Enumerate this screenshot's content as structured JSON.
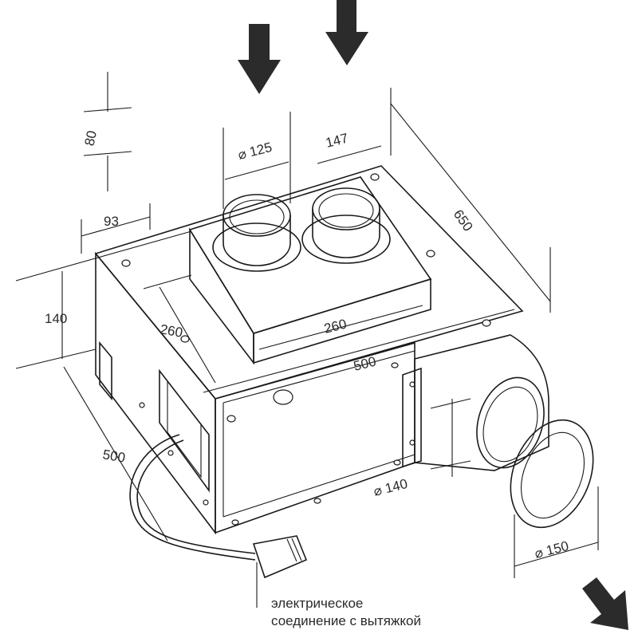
{
  "dimensions": {
    "d80": "80",
    "d93": "93",
    "d125": "⌀ 125",
    "d147": "147",
    "d650": "650",
    "d140": "140",
    "d260_left": "260",
    "d260_top": "260",
    "d500_top": "500",
    "d500_left": "500",
    "d140_bottom": "⌀ 140",
    "d150": "⌀ 150"
  },
  "note": {
    "line1": "электрическое",
    "line2": "соединение с вытяжкой"
  },
  "colors": {
    "line": "#1a1a1a",
    "body_fill": "#f2f2f2",
    "top_fill": "#f7f7f7",
    "pipe_inner": "#c9c9c9",
    "arrow": "#2b2b2b"
  }
}
